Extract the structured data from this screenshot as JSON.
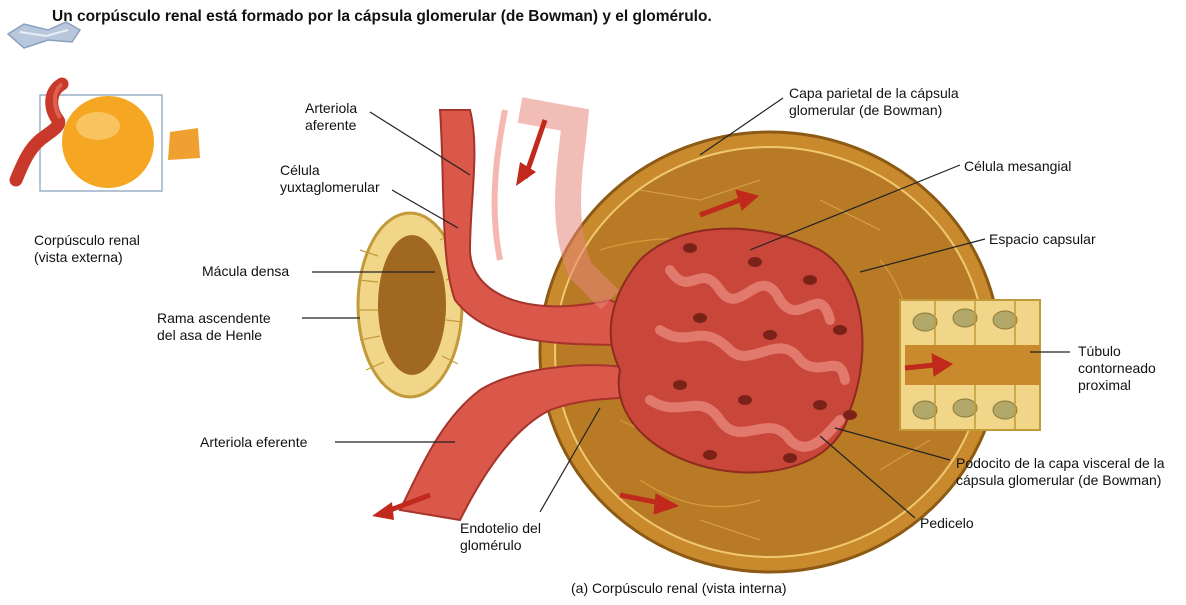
{
  "heading": "Un corpúsculo renal está formado por la cápsula glomerular (de Bowman) y el glomérulo.",
  "external_caption": "Corpúsculo renal\n(vista externa)",
  "labels": {
    "arteriola_aferente": "Arteriola\naferente",
    "celula_yuxtaglomerular": "Célula\nyuxtaglomerular",
    "macula_densa": "Mácula densa",
    "rama_ascendente": "Rama ascendente\ndel asa de Henle",
    "arteriola_eferente": "Arteriola eferente",
    "endotelio": "Endotelio del\nglomérulo",
    "capa_parietal": "Capa parietal de la cápsula\nglomerular (de Bowman)",
    "celula_mesangial": "Célula mesangial",
    "espacio_capsular": "Espacio capsular",
    "tubulo": "Túbulo\ncontorneado\nproximal",
    "podocito": "Podocito de la capa visceral de la\ncápsula glomerular (de Bowman)",
    "pedicelo": "Pedicelo"
  },
  "figure_caption": "(a) Corpúsculo renal (vista interna)",
  "colors": {
    "capsule": "#c98a2e",
    "capsule_dark": "#a86a1c",
    "vessel": "#d9584a",
    "glomerulus": "#c9473a",
    "external_ball": "#f5a623",
    "tubule_cell": "#f1d68a"
  }
}
